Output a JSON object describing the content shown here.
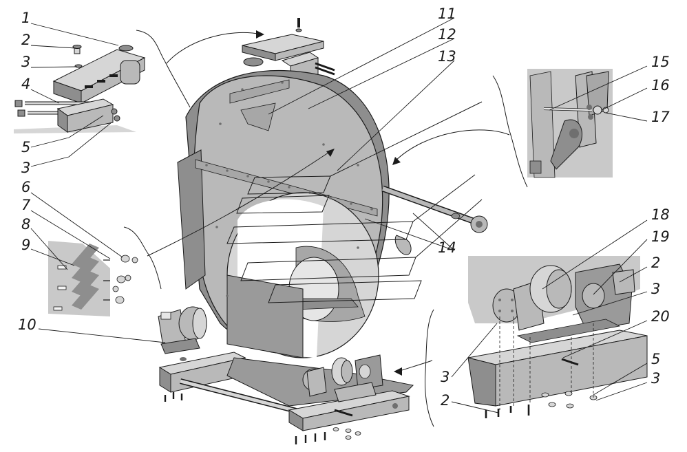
{
  "colors": {
    "part_fill": "#b9b9b9",
    "part_light": "#d6d6d6",
    "part_dark": "#8e8e8e",
    "part_shadow": "#6f6f6f",
    "inset_bg": "#c9c9c9",
    "line": "#1a1a1a",
    "background": "#ffffff"
  },
  "callouts": [
    {
      "id": "c1",
      "text": "1"
    },
    {
      "id": "c2",
      "text": "2"
    },
    {
      "id": "c3",
      "text": "3"
    },
    {
      "id": "c4",
      "text": "4"
    },
    {
      "id": "c5",
      "text": "5"
    },
    {
      "id": "c3b",
      "text": "3"
    },
    {
      "id": "c6",
      "text": "6"
    },
    {
      "id": "c7",
      "text": "7"
    },
    {
      "id": "c8",
      "text": "8"
    },
    {
      "id": "c9",
      "text": "9"
    },
    {
      "id": "c10",
      "text": "10"
    },
    {
      "id": "c11",
      "text": "11"
    },
    {
      "id": "c12",
      "text": "12"
    },
    {
      "id": "c13",
      "text": "13"
    },
    {
      "id": "c14",
      "text": "14"
    },
    {
      "id": "c15",
      "text": "15"
    },
    {
      "id": "c16",
      "text": "16"
    },
    {
      "id": "c17",
      "text": "17"
    },
    {
      "id": "c18",
      "text": "18"
    },
    {
      "id": "c19",
      "text": "19"
    },
    {
      "id": "c2b",
      "text": "2"
    },
    {
      "id": "c3c",
      "text": "3"
    },
    {
      "id": "c20",
      "text": "20"
    },
    {
      "id": "c5b",
      "text": "5"
    },
    {
      "id": "c3d",
      "text": "3"
    },
    {
      "id": "c3e",
      "text": "3"
    },
    {
      "id": "c2c",
      "text": "2"
    }
  ]
}
